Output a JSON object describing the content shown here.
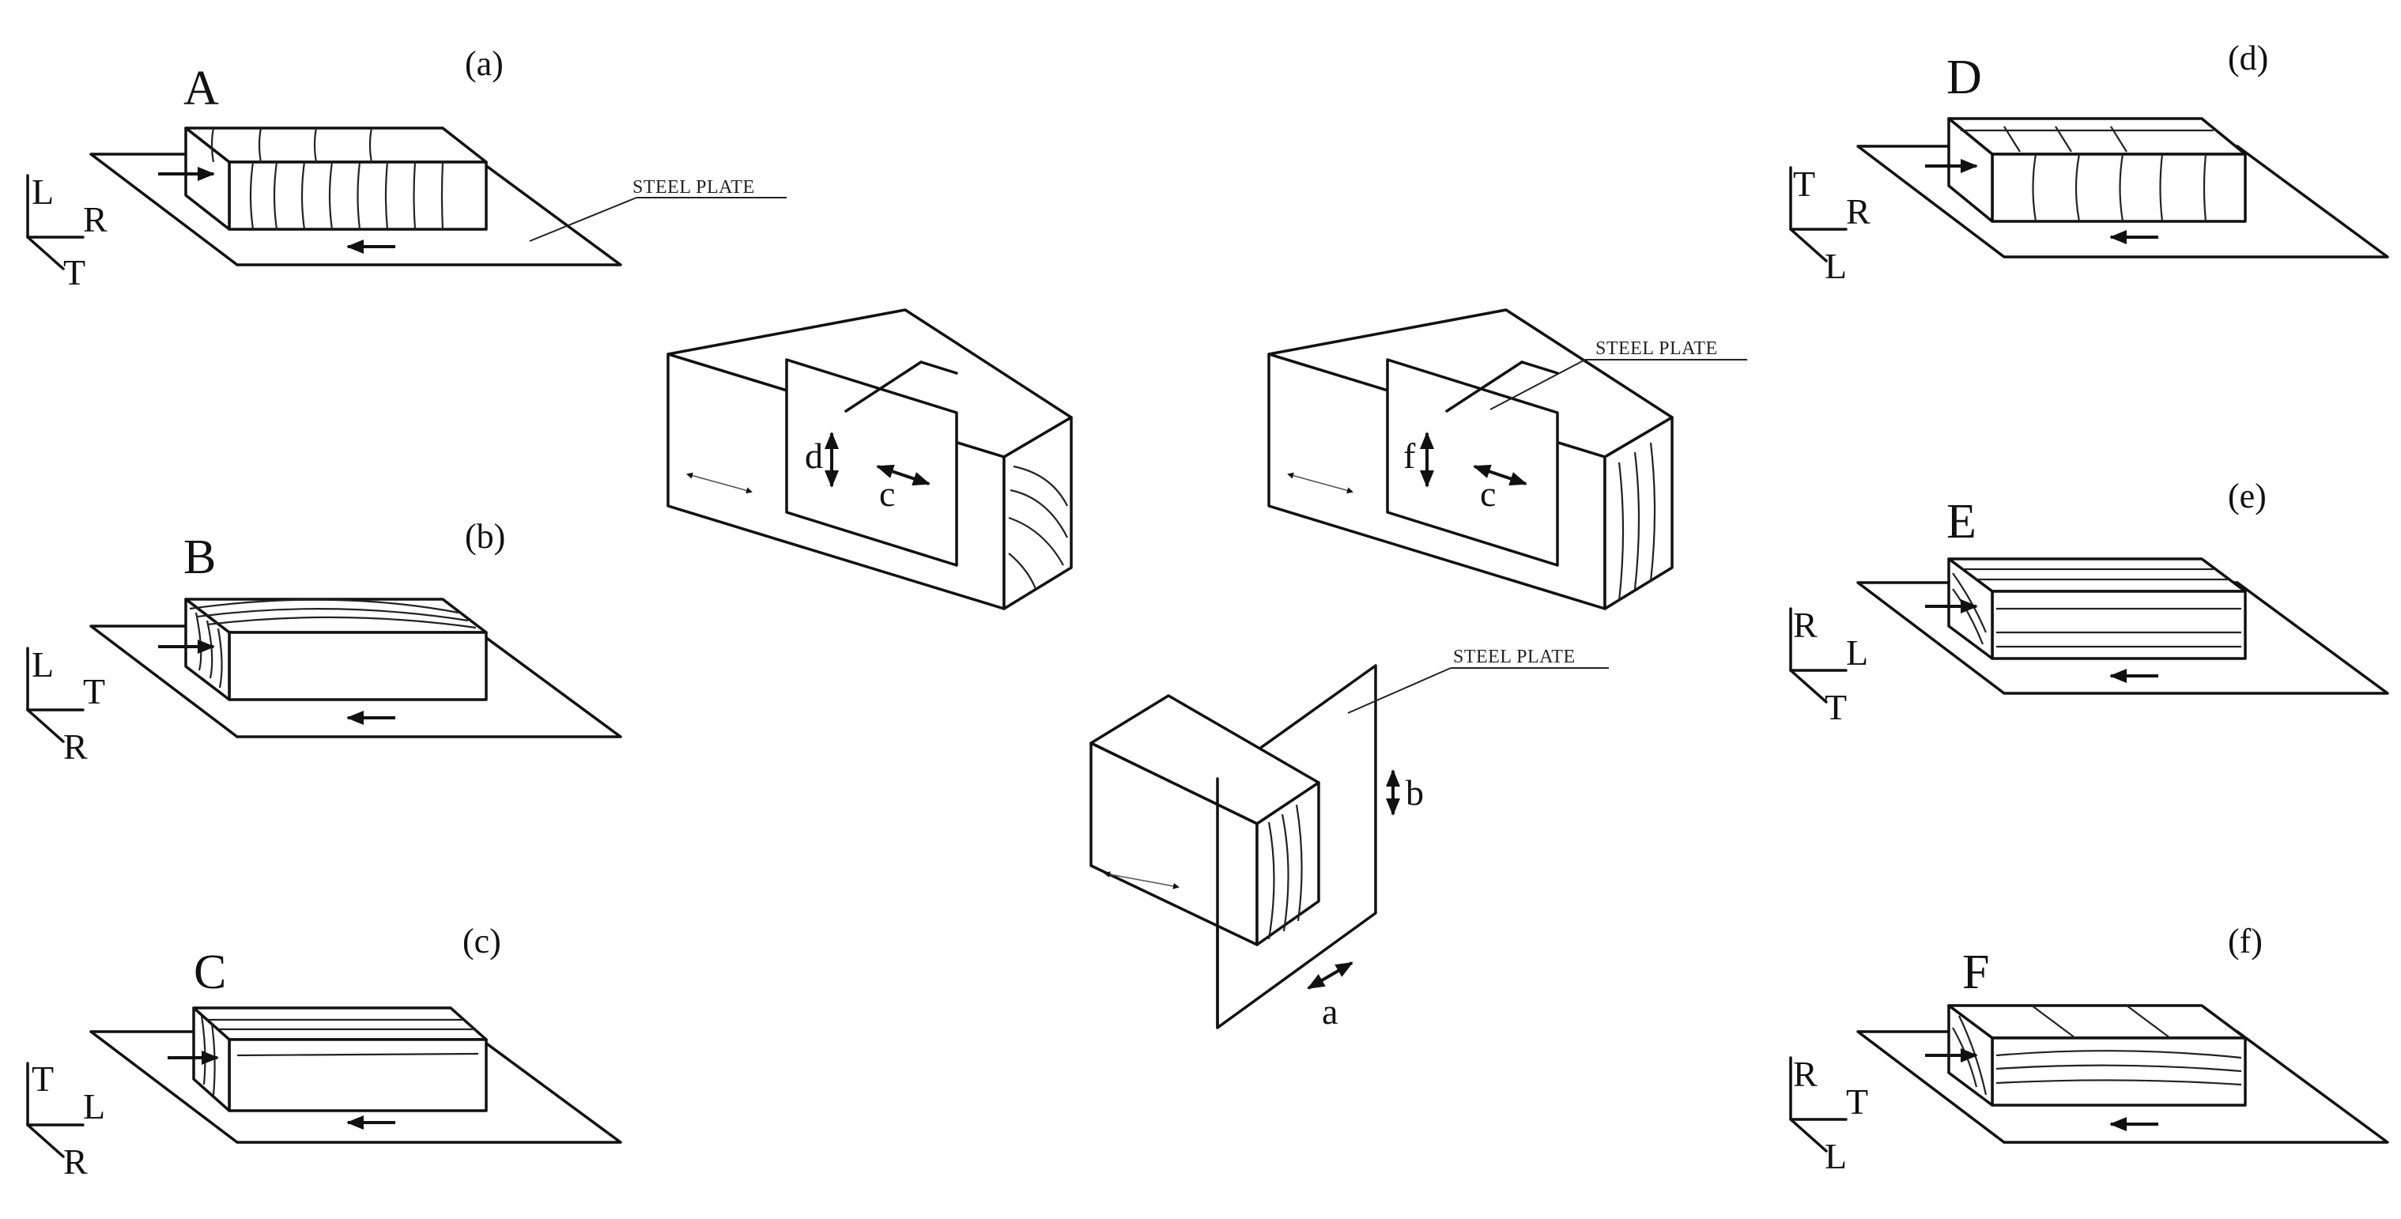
{
  "specimens": [
    {
      "id": "a",
      "letter": "A",
      "tag": "(a)",
      "axes": [
        "L",
        "R",
        "T"
      ]
    },
    {
      "id": "b",
      "letter": "B",
      "tag": "(b)",
      "axes": [
        "L",
        "T",
        "R"
      ]
    },
    {
      "id": "c",
      "letter": "C",
      "tag": "(c)",
      "axes": [
        "T",
        "L",
        "R"
      ]
    },
    {
      "id": "d",
      "letter": "D",
      "tag": "(d)",
      "axes": [
        "T",
        "R",
        "L"
      ]
    },
    {
      "id": "e",
      "letter": "E",
      "tag": "(e)",
      "axes": [
        "R",
        "L",
        "T"
      ]
    },
    {
      "id": "f",
      "letter": "F",
      "tag": "(f)",
      "axes": [
        "R",
        "T",
        "L"
      ]
    }
  ],
  "labels": {
    "steel_plate": "STEEL PLATE"
  },
  "center_blocks": {
    "left_block": {
      "dir_vertical": "d",
      "dir_horizontal": "c"
    },
    "right_block": {
      "dir_vertical": "f",
      "dir_horizontal": "c"
    },
    "bottom_block": {
      "dir_vertical": "b",
      "dir_horizontal": "a"
    }
  },
  "arrow_glyphs": {
    "horizontal": "⟷",
    "vertical": "↕"
  }
}
